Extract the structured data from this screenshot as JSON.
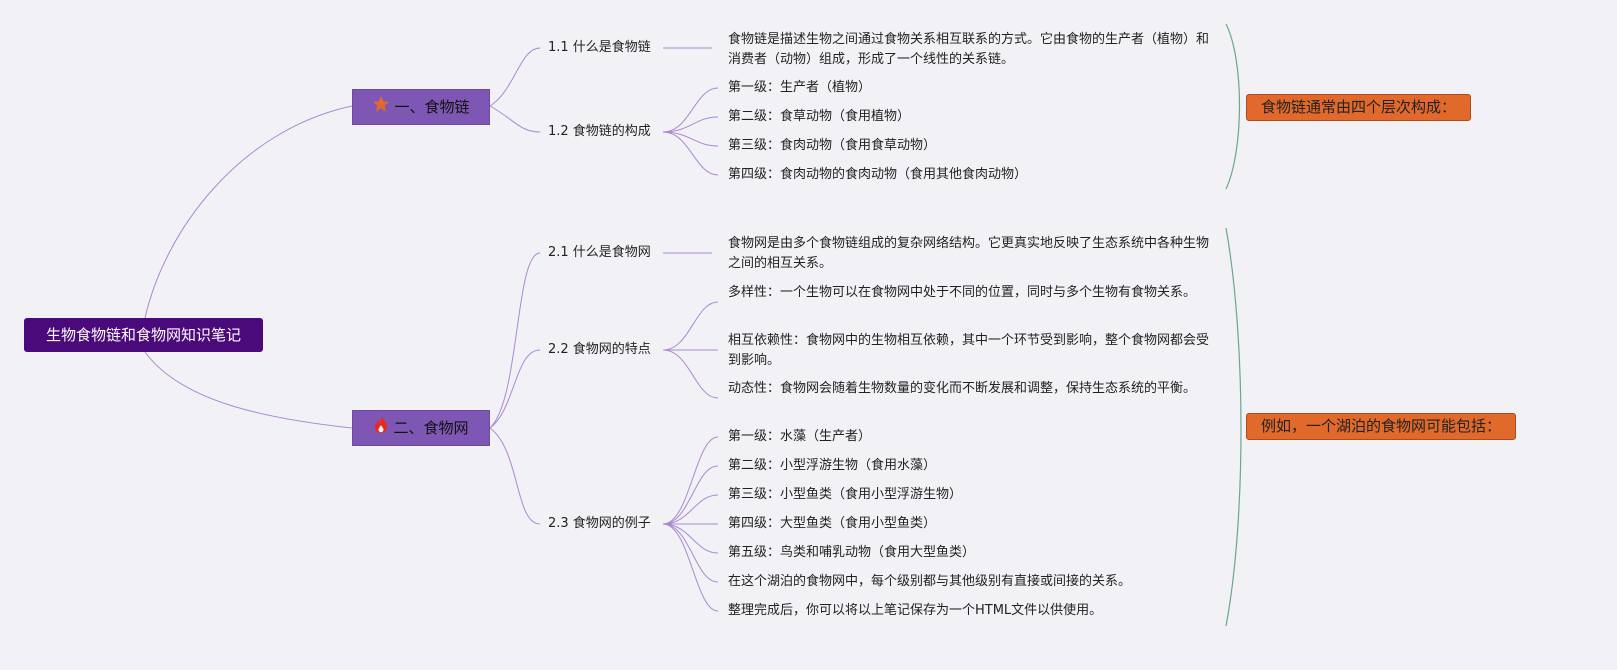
{
  "root": {
    "title": "生物食物链和食物网知识笔记"
  },
  "branches": [
    {
      "icon": "star-icon",
      "title": "一、食物链",
      "subs": [
        {
          "title": "1.1 什么是食物链",
          "leaves": [
            "食物链是描述生物之间通过食物关系相互联系的方式。它由食物的生产者（植物）和消费者（动物）组成，形成了一个线性的关系链。"
          ]
        },
        {
          "title": "1.2 食物链的构成",
          "leaves": [
            "第一级：生产者（植物）",
            "第二级：食草动物（食用植物）",
            "第三级：食肉动物（食用食草动物）",
            "第四级：食肉动物的食肉动物（食用其他食肉动物）"
          ]
        }
      ],
      "note": "食物链通常由四个层次构成："
    },
    {
      "icon": "flame-icon",
      "title": "二、食物网",
      "subs": [
        {
          "title": "2.1 什么是食物网",
          "leaves": [
            "食物网是由多个食物链组成的复杂网络结构。它更真实地反映了生态系统中各种生物之间的相互关系。"
          ]
        },
        {
          "title": "2.2 食物网的特点",
          "leaves": [
            "多样性：一个生物可以在食物网中处于不同的位置，同时与多个生物有食物关系。",
            "相互依赖性：食物网中的生物相互依赖，其中一个环节受到影响，整个食物网都会受到影响。",
            "动态性：食物网会随着生物数量的变化而不断发展和调整，保持生态系统的平衡。"
          ]
        },
        {
          "title": "2.3 食物网的例子",
          "leaves": [
            "第一级：水藻（生产者）",
            "第二级：小型浮游生物（食用水藻）",
            "第三级：小型鱼类（食用小型浮游生物）",
            "第四级：大型鱼类（食用小型鱼类）",
            "第五级：鸟类和哺乳动物（食用大型鱼类）",
            "在这个湖泊的食物网中，每个级别都与其他级别有直接或间接的关系。",
            "整理完成后，你可以将以上笔记保存为一个HTML文件以供使用。"
          ]
        }
      ],
      "note": "例如，一个湖泊的食物网可能包括："
    }
  ],
  "colors": {
    "root": "#4b0a7a",
    "branch": "#7e57b5",
    "note": "#e2692c",
    "link": "#a98bd0",
    "bracket": "#6aa88c"
  }
}
